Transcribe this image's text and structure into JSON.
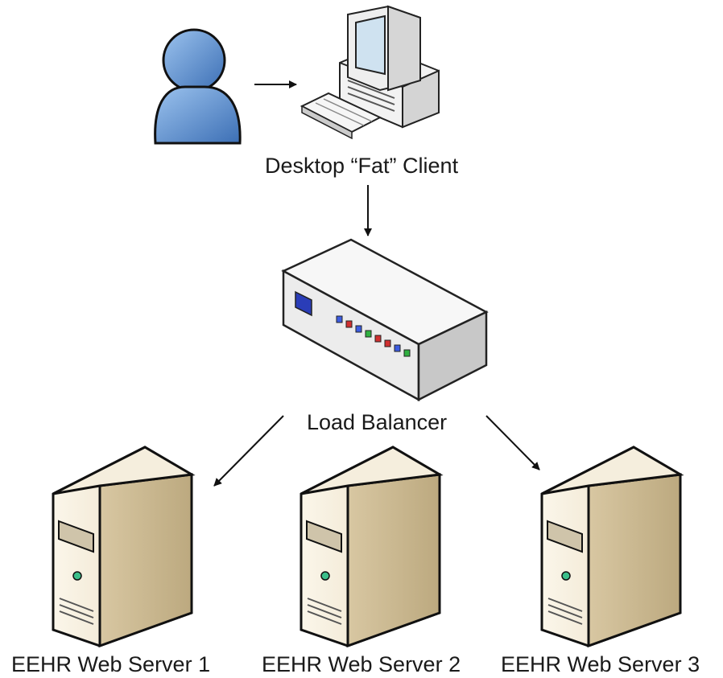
{
  "nodes": {
    "user": {
      "icon": "user-icon"
    },
    "client": {
      "icon": "desktop-computer-icon",
      "label": "Desktop “Fat” Client"
    },
    "load_balancer": {
      "icon": "load-balancer-icon",
      "label": "Load Balancer"
    },
    "servers": [
      {
        "icon": "server-tower-icon",
        "label": "EEHR Web Server 1"
      },
      {
        "icon": "server-tower-icon",
        "label": "EEHR Web Server 2"
      },
      {
        "icon": "server-tower-icon",
        "label": "EEHR Web Server 3"
      }
    ]
  },
  "colors": {
    "user_fill": "#5b8fd0",
    "server_fill": "#e9ddc3",
    "device_fill": "#f3f3f3",
    "outline": "#111111"
  }
}
